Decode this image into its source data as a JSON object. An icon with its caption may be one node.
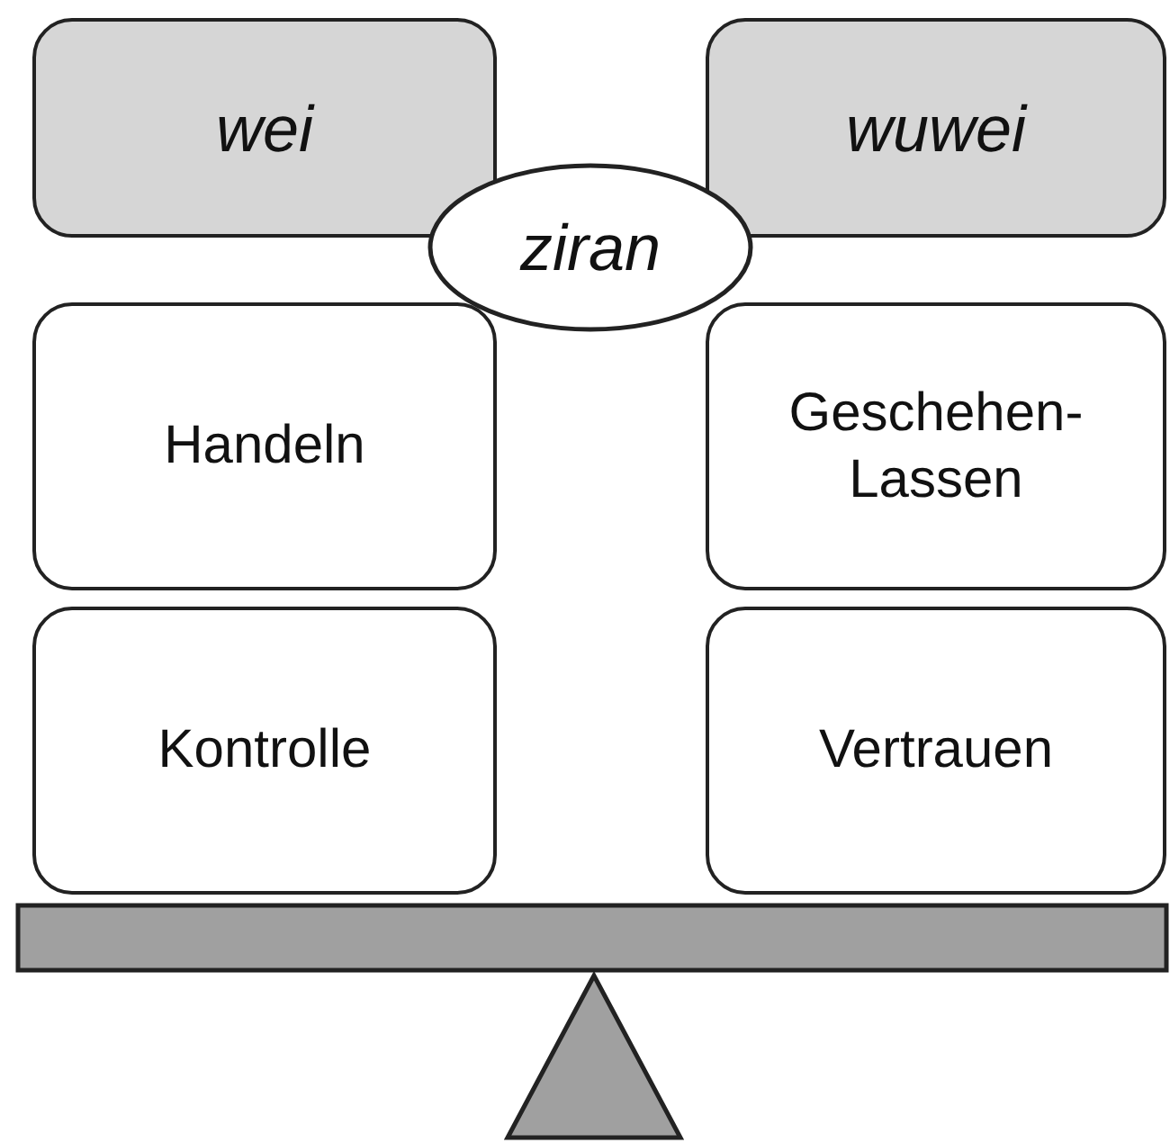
{
  "diagram": {
    "nodes": [
      {
        "text": [
          "wei"
        ]
      },
      {
        "text": [
          "wuwei"
        ]
      },
      {
        "text": [
          "ziran"
        ]
      },
      {
        "text": [
          "Handeln"
        ]
      },
      {
        "text": [
          "Geschehen-Lassen"
        ]
      },
      {
        "text": [
          "Kontrolle"
        ]
      },
      {
        "text": [
          "Vertrauen"
        ]
      }
    ]
  }
}
